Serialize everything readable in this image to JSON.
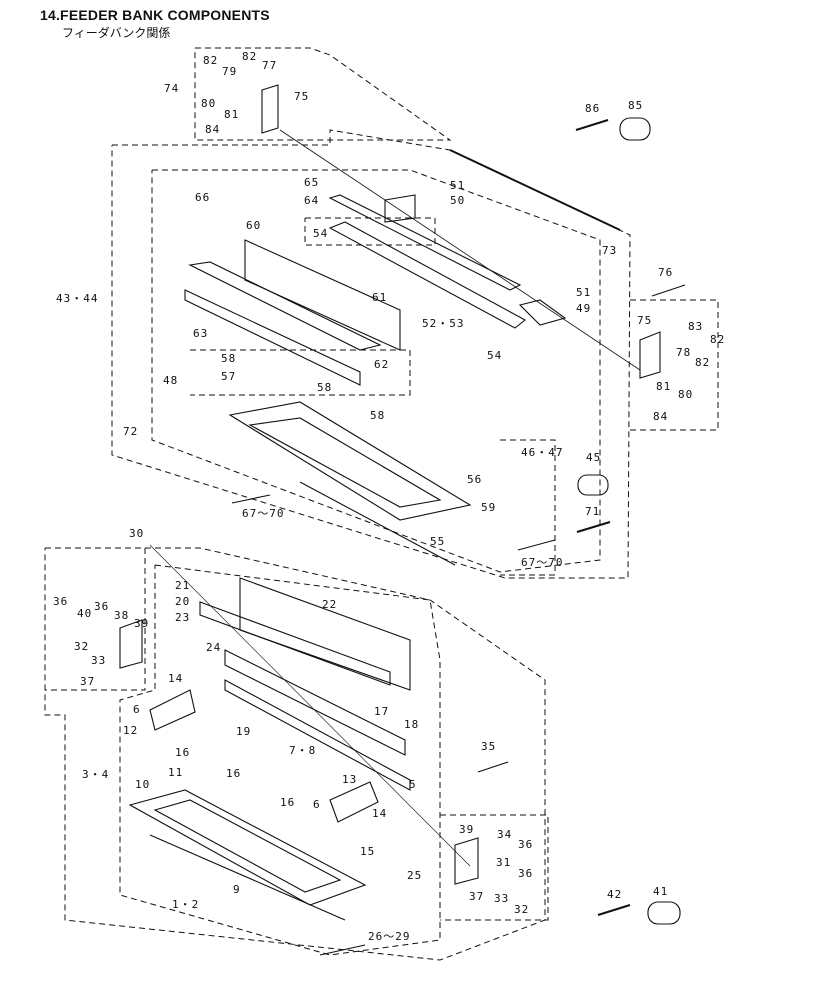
{
  "document": {
    "title": "14.FEEDER BANK COMPONENTS",
    "subtitle": "フィーダバンク関係"
  },
  "callouts": [
    "82",
    "82",
    "77",
    "79",
    "74",
    "75",
    "80",
    "81",
    "84",
    "86",
    "85",
    "65",
    "51",
    "64",
    "50",
    "66",
    "60",
    "54",
    "73",
    "43・44",
    "61",
    "51",
    "49",
    "52・53",
    "54",
    "76",
    "75",
    "83",
    "63",
    "62",
    "78",
    "82",
    "81",
    "82",
    "80",
    "58",
    "57",
    "58",
    "48",
    "84",
    "58",
    "72",
    "46・47",
    "45",
    "56",
    "59",
    "67～70",
    "71",
    "55",
    "67～70",
    "30",
    "21",
    "22",
    "20",
    "36",
    "36",
    "40",
    "38",
    "39",
    "23",
    "24",
    "32",
    "33",
    "14",
    "37",
    "17",
    "18",
    "6",
    "12",
    "19",
    "7・8",
    "35",
    "16",
    "5",
    "13",
    "3・4",
    "16",
    "10",
    "11",
    "16",
    "6",
    "14",
    "15",
    "39",
    "34",
    "36",
    "31",
    "36",
    "25",
    "37",
    "33",
    "32",
    "42",
    "41",
    "9",
    "1・2",
    "26～29"
  ]
}
